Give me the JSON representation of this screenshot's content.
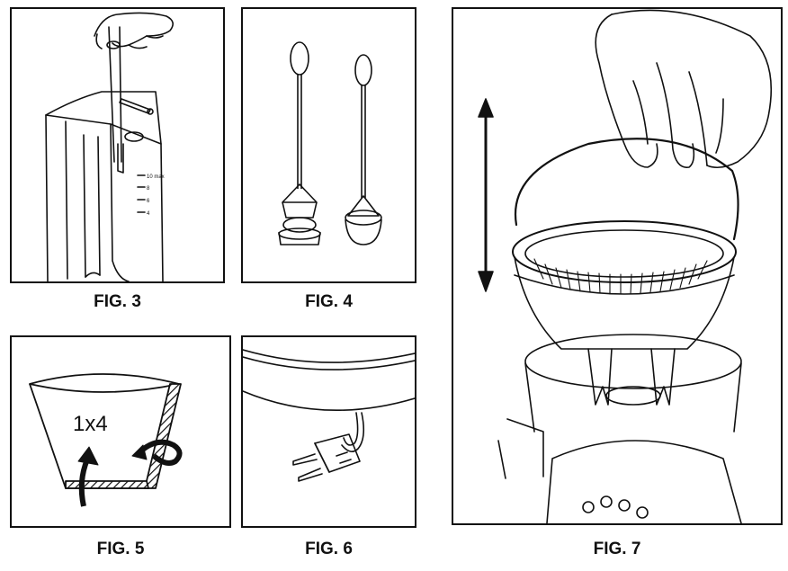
{
  "figures": {
    "fig3": {
      "caption": "FIG. 3",
      "scale_top": "10 max",
      "scale_marks": [
        "8",
        "6",
        "4"
      ]
    },
    "fig4": {
      "caption": "FIG. 4"
    },
    "fig5": {
      "caption": "FIG. 5",
      "filter_label": "1x4"
    },
    "fig6": {
      "caption": "FIG. 6"
    },
    "fig7": {
      "caption": "FIG. 7"
    }
  },
  "colors": {
    "ink": "#111111",
    "paper": "#ffffff",
    "shade": "#e6e6e6"
  }
}
